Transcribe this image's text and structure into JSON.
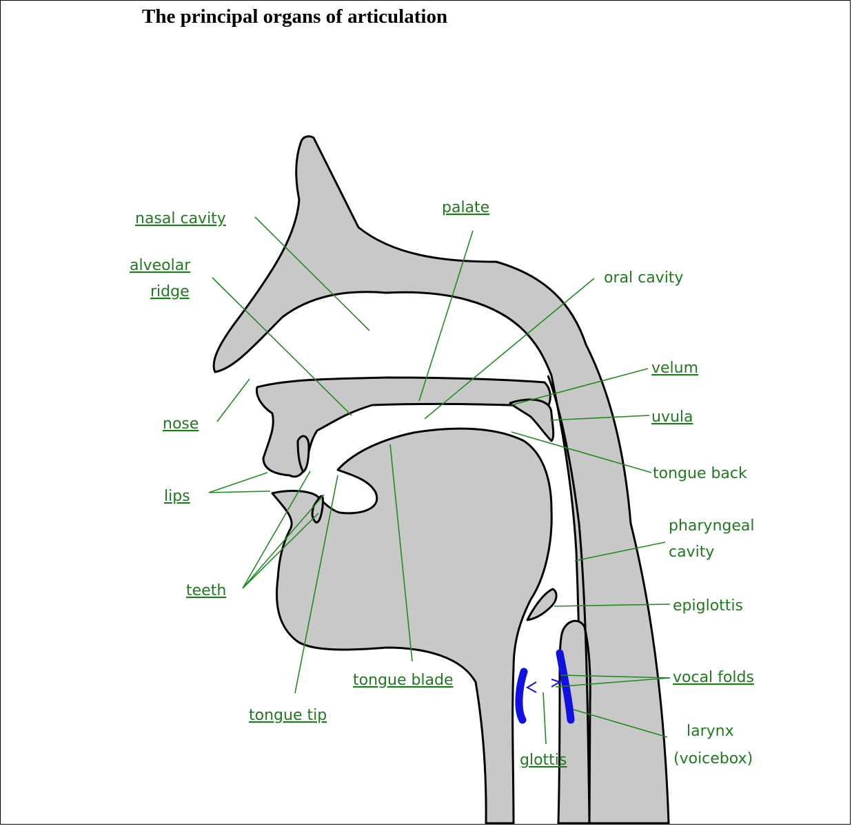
{
  "title": "The principal organs of articulation",
  "labels": {
    "nasal_cavity": "nasal cavity",
    "palate": "palate",
    "alveolar": "alveolar",
    "ridge": "ridge",
    "oral_cavity": "oral cavity",
    "velum": "velum",
    "uvula": "uvula",
    "nose": "nose",
    "tongue_back": "tongue back",
    "lips": "lips",
    "pharyngeal": "pharyngeal",
    "cavity": "cavity",
    "teeth": "teeth",
    "epiglottis": "epiglottis",
    "vocal_folds": "vocal folds",
    "tongue_blade": "tongue blade",
    "tongue_tip": "tongue tip",
    "larynx": "larynx",
    "voicebox": "(voicebox)",
    "glottis": "glottis"
  },
  "colors": {
    "tissue": "#c8c8c8",
    "label": "#1f7a1f",
    "vocal_folds": "#1010e0"
  }
}
